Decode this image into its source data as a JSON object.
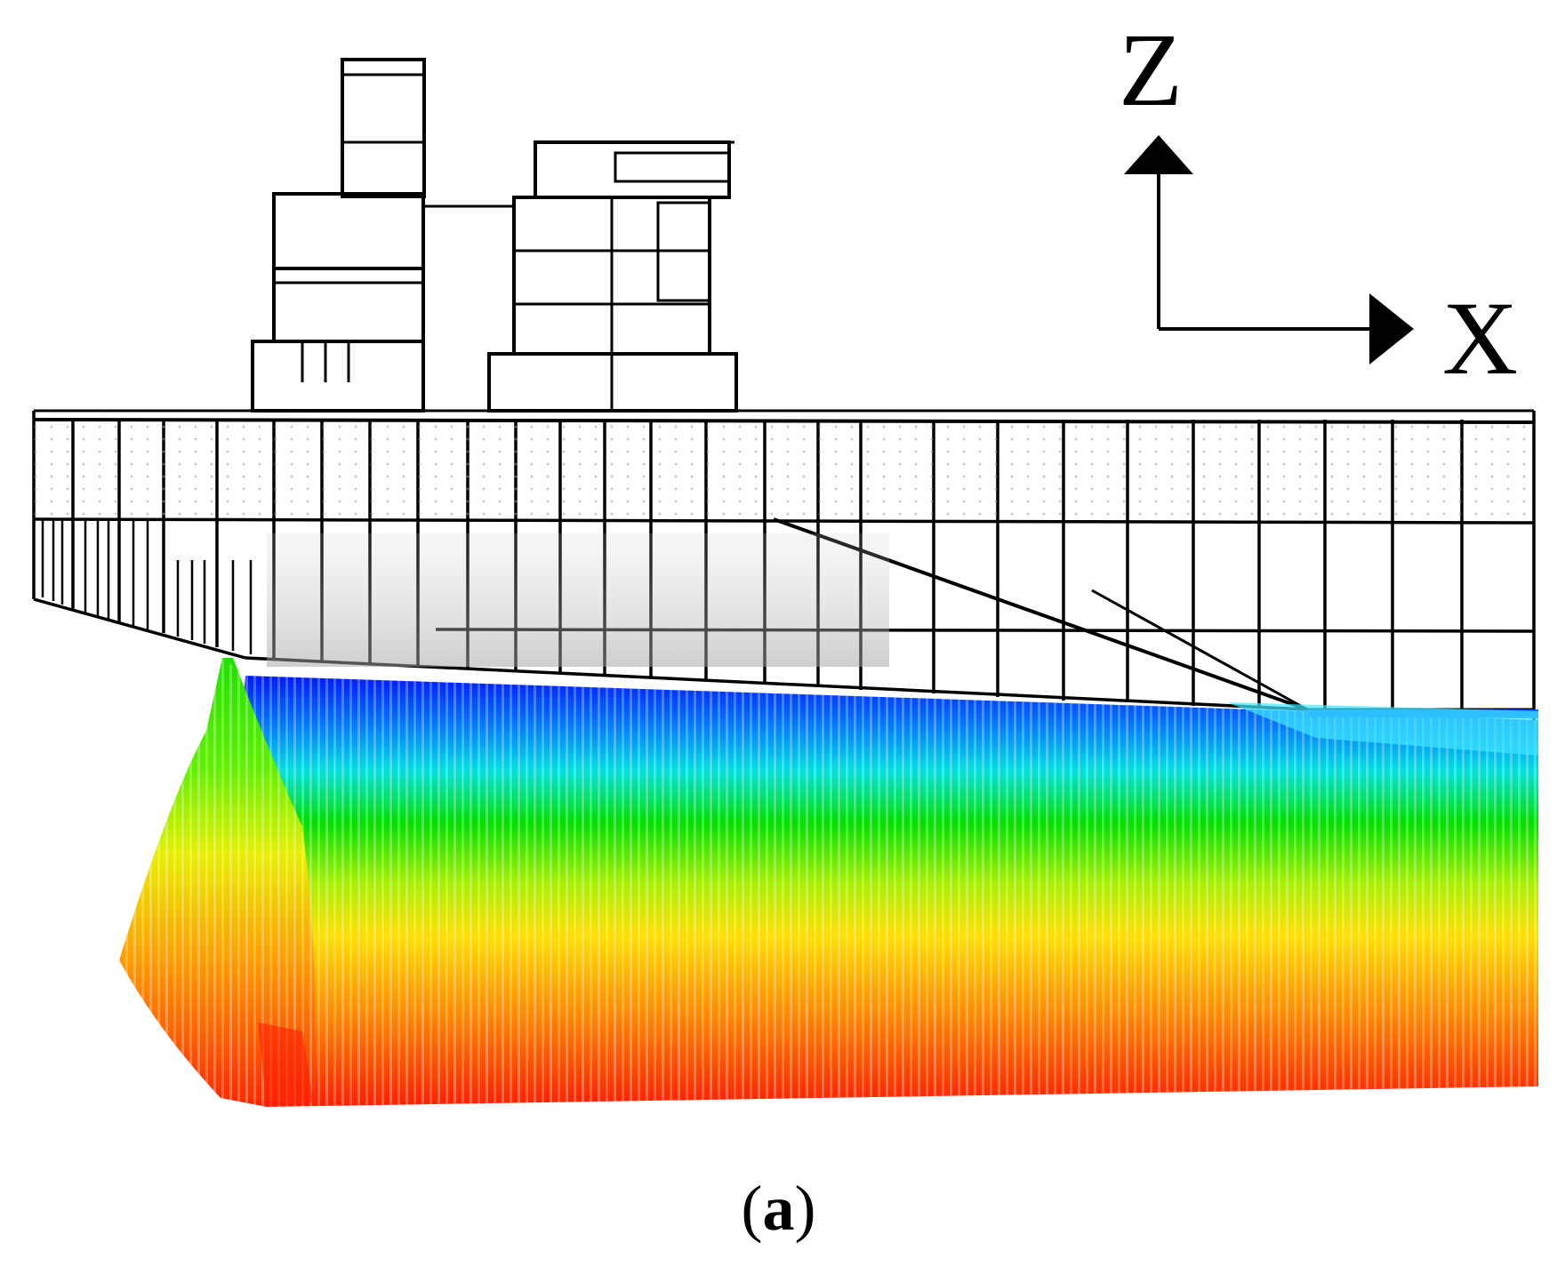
{
  "axes": {
    "vertical_label": "Z",
    "horizontal_label": "X"
  },
  "caption": {
    "open": "(",
    "letter": "a",
    "close": ")"
  },
  "colors": {
    "outline": "#000000",
    "faint_outline": "#bdbdbd",
    "gradient": [
      "#0020ff",
      "#00a0ff",
      "#00ffb0",
      "#00e000",
      "#a8f000",
      "#ffe000",
      "#ff9000",
      "#ff2a00"
    ]
  }
}
